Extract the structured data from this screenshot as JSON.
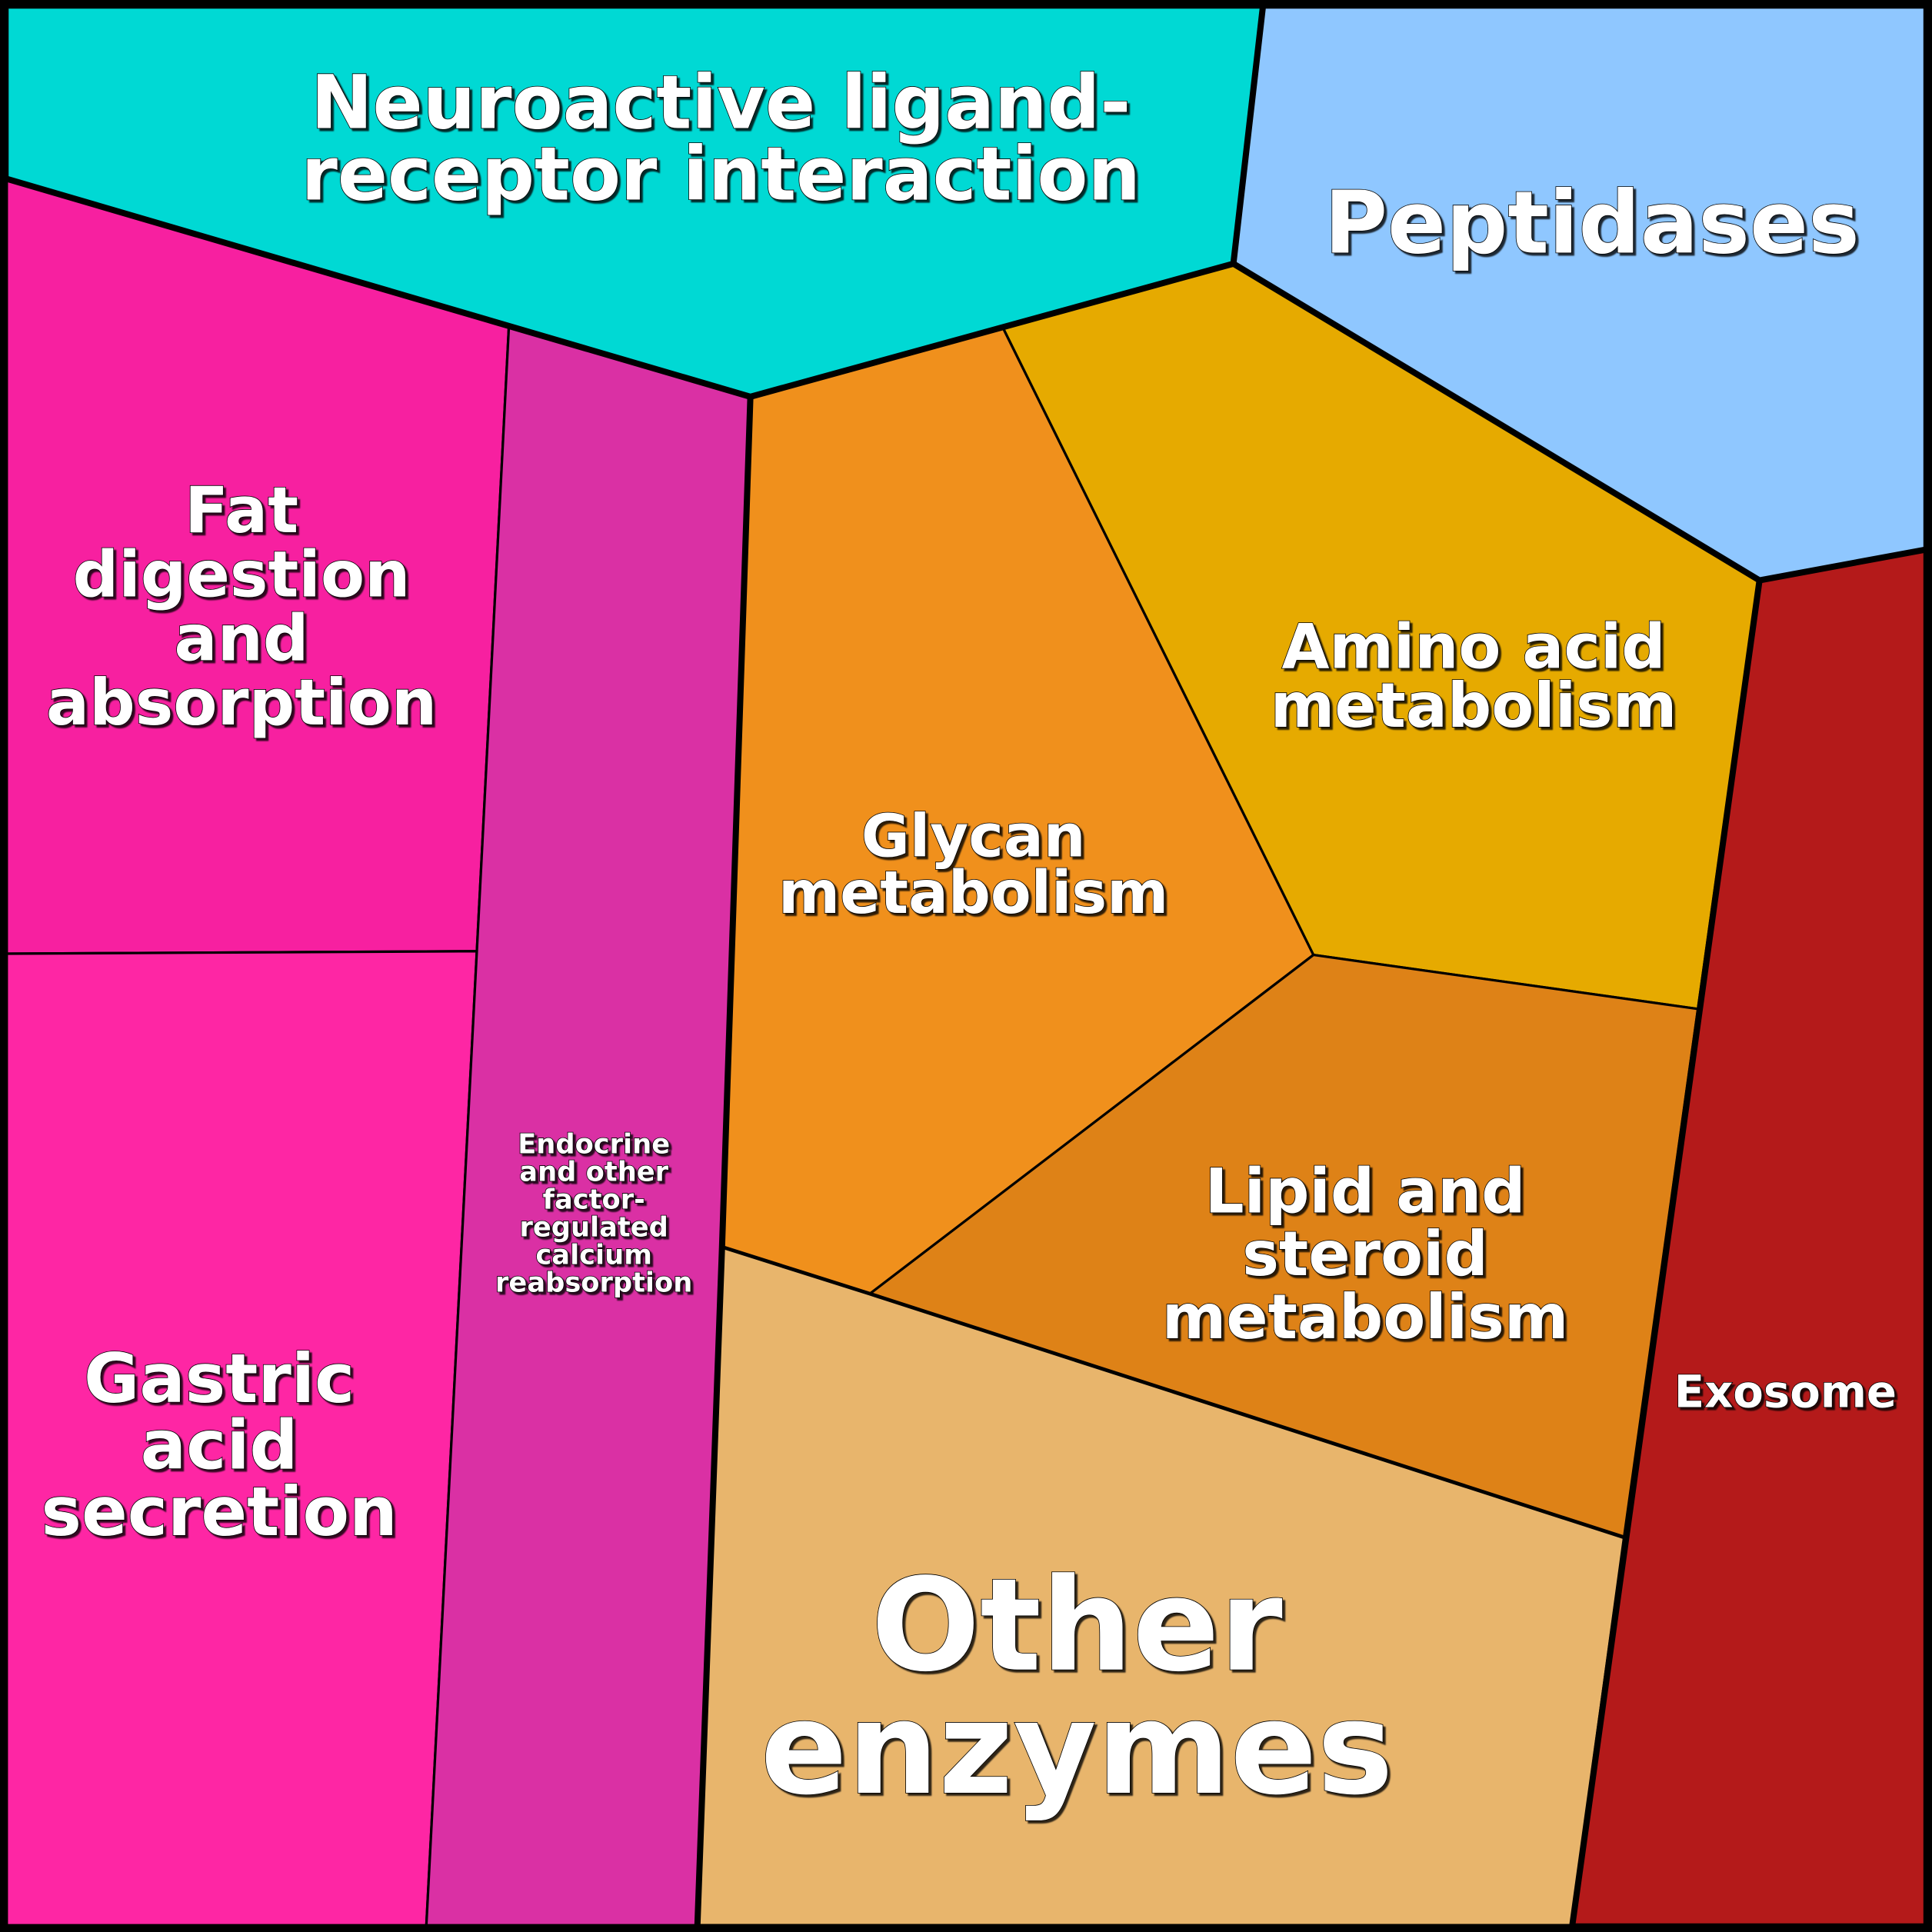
{
  "diagram": {
    "type": "voronoi-treemap",
    "regions": [
      {
        "id": "neuroactive",
        "lines": [
          "Neuroactive ligand-",
          "receptor interaction"
        ],
        "color": "#00d9d4"
      },
      {
        "id": "peptidases",
        "lines": [
          "Peptidases"
        ],
        "color": "#8fc7ff"
      },
      {
        "id": "fat",
        "lines": [
          "Fat",
          "digestion",
          "and",
          "absorption"
        ],
        "color": "#f720a0"
      },
      {
        "id": "gastric",
        "lines": [
          "Gastric",
          "acid",
          "secretion"
        ],
        "color": "#fe26a4"
      },
      {
        "id": "endocrine",
        "lines": [
          "Endocrine",
          "and other",
          "factor-",
          "regulated",
          "calcium",
          "reabsorption"
        ],
        "color": "#da30a4"
      },
      {
        "id": "glycan",
        "lines": [
          "Glycan",
          "metabolism"
        ],
        "color": "#f0901c"
      },
      {
        "id": "amino",
        "lines": [
          "Amino acid",
          "metabolism"
        ],
        "color": "#e6aa00"
      },
      {
        "id": "lipid",
        "lines": [
          "Lipid and",
          "steroid",
          "metabolism"
        ],
        "color": "#de8217"
      },
      {
        "id": "other",
        "lines": [
          "Other",
          "enzymes"
        ],
        "color": "#e8b56c"
      },
      {
        "id": "exosome",
        "lines": [
          "Exosome"
        ],
        "color": "#b41a1a"
      }
    ]
  }
}
